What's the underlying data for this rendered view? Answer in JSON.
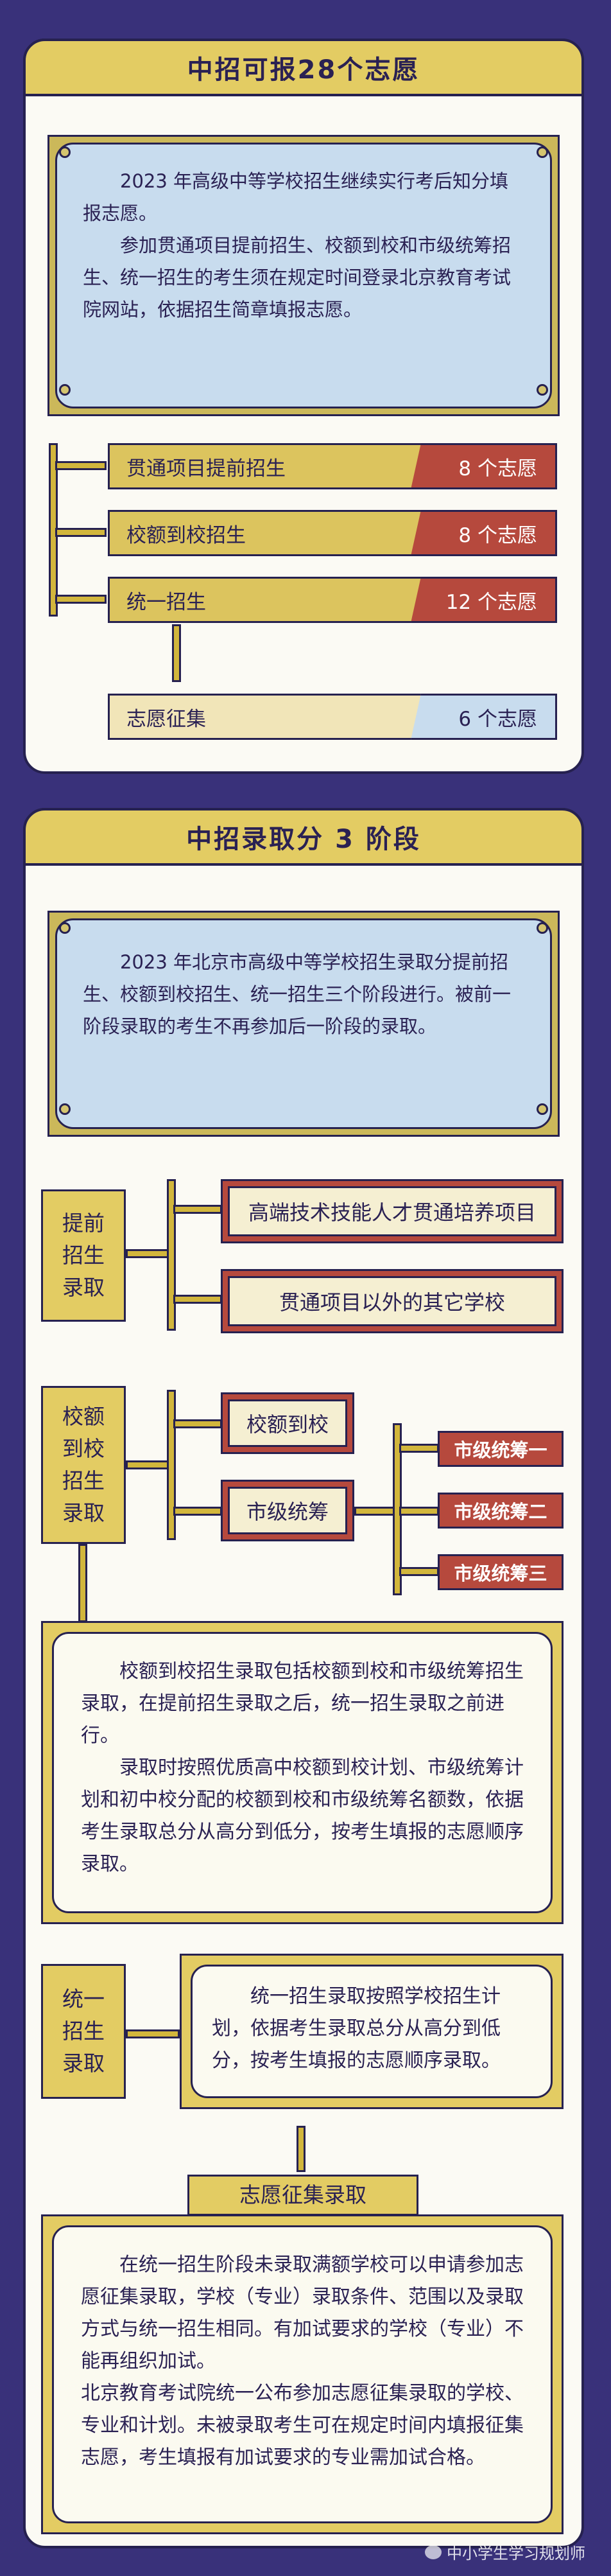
{
  "section1": {
    "title": "中招可报28个志愿",
    "intro": [
      "2023 年高级中等学校招生继续实行考后知分填报志愿。",
      "参加贯通项目提前招生、校额到校和市级统筹招生、统一招生的考生须在规定时间登录北京教育考试院网站，依据招生简章填报志愿。"
    ],
    "rows": [
      {
        "name": "贯通项目提前招生",
        "count": "8 个志愿"
      },
      {
        "name": "校额到校招生",
        "count": "8 个志愿"
      },
      {
        "name": "统一招生",
        "count": "12 个志愿"
      }
    ],
    "extra": {
      "name": "志愿征集",
      "count": "6 个志愿"
    }
  },
  "section2": {
    "title": "中招录取分 3 阶段",
    "intro": [
      "2023 年北京市高级中等学校招生录取分提前招生、校额到校招生、统一招生三个阶段进行。被前一阶段录取的考生不再参加后一阶段的录取。"
    ],
    "early": {
      "label_lines": [
        "提前",
        "招生",
        "录取"
      ],
      "items": [
        "高端技术技能人才贯通培养项目",
        "贯通项目以外的其它学校"
      ]
    },
    "quota": {
      "label_lines": [
        "校额",
        "到校",
        "招生",
        "录取"
      ],
      "items": [
        "校额到校",
        "市级统筹"
      ],
      "sub_items": [
        "市级统筹一",
        "市级统筹二",
        "市级统筹三"
      ],
      "desc": [
        "校额到校招生录取包括校额到校和市级统筹招生录取，在提前招生录取之后，统一招生录取之前进行。",
        "录取时按照优质高中校额到校计划、市级统筹计划和初中校分配的校额到校和市级统筹名额数，依据考生录取总分从高分到低分，按考生填报的志愿顺序录取。"
      ]
    },
    "unified": {
      "label_lines": [
        "统一",
        "招生",
        "录取"
      ],
      "desc": "统一招生录取按照学校招生计划，依据考生录取总分从高分到低分，按考生填报的志愿顺序录取。"
    },
    "collection": {
      "label": "志愿征集录取",
      "desc": [
        "在统一招生阶段未录取满额学校可以申请参加志愿征集录取，学校（专业）录取条件、范围以及录取方式与统一招生相同。有加试要求的学校（专业）不能再组织加试。",
        "北京教育考试院统一公布参加志愿征集录取的学校、专业和计划。未被录取考生可在规定时间内填报征集志愿，考生填报有加试要求的专业需加试合格。"
      ]
    }
  },
  "watermark": "中小学生学习规划师"
}
